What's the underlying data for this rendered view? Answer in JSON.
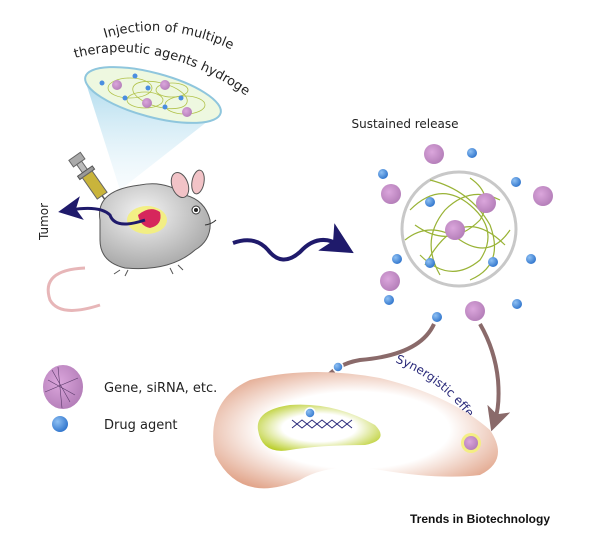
{
  "labels": {
    "injection_line1": "Injection of multiple",
    "injection_line2": "therapeutic agents hydrogel",
    "tumor": "Tumor",
    "sustained_release": "Sustained release",
    "synergistic": "Synergistic effect",
    "credit": "Trends in Biotechnology"
  },
  "legend": [
    {
      "icon": "gene-particle-icon",
      "label": "Gene, siRNA, etc."
    },
    {
      "icon": "drug-agent-icon",
      "label": "Drug agent"
    }
  ],
  "colors": {
    "gene": "#c78bc9",
    "drug": "#4a8ee0",
    "fiber": "#9ab53a",
    "arrow_navy": "#1f1a6b",
    "arrow_brown": "#8a6a6a",
    "cell": "#e9b9a0",
    "nucleus": "#b8cc2a",
    "tumor": "#d6265c",
    "tumor_halo": "#f4f07a"
  }
}
